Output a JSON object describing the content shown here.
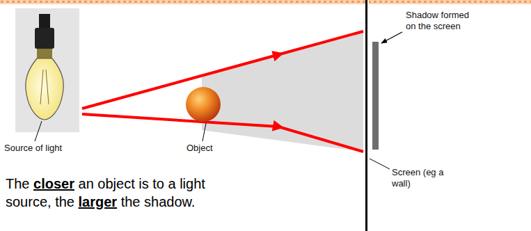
{
  "diagram": {
    "caption": "The closer an object is to a light source, the larger the shadow.",
    "labels": [
      "Source of light",
      "Object",
      "Shadow formed on the screen",
      "Screen (eg a wall)"
    ]
  }
}
